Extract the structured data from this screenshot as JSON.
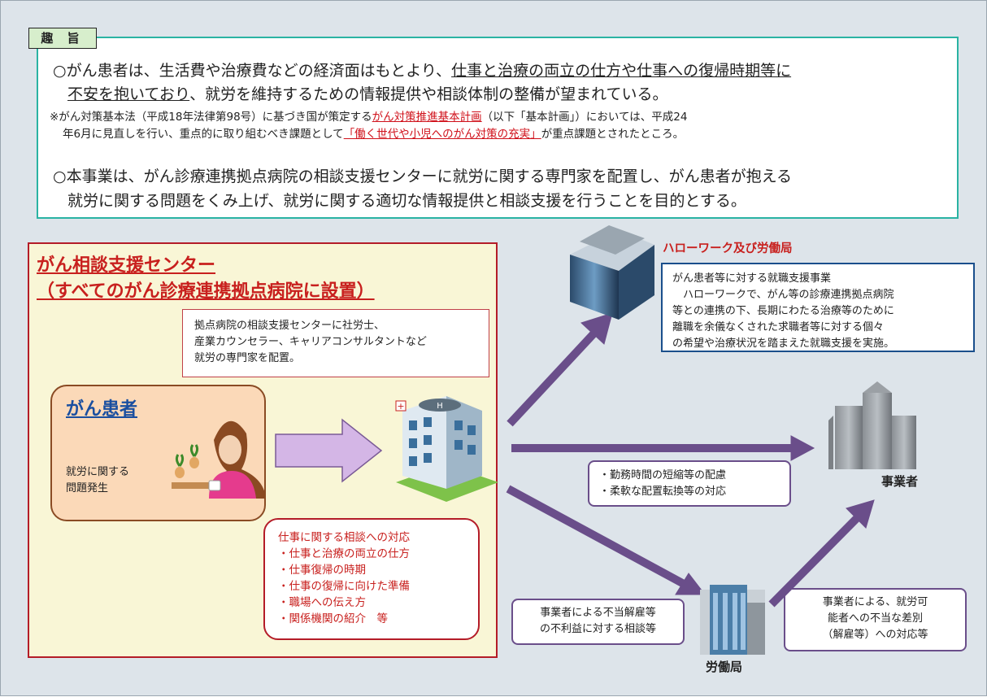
{
  "purpose": {
    "tag": "趣 旨",
    "p1_pre": "○がん患者は、生活費や治療費などの経済面はもとより、",
    "p1_ul": "仕事と治療の両立の仕方や仕事への復帰時期等に",
    "p1_line2_ul": "不安を抱いており",
    "p1_line2_post": "、就労を維持するための情報提供や相談体制の整備が望まれている。",
    "note_pre": "※がん対策基本法（平成18年法律第98号）に基づき国が策定する",
    "note_red": "がん対策推進基本計画",
    "note_post": "（以下「基本計画」）においては、平成24",
    "note_line2_pre": "年6月に見直しを行い、重点的に取り組むべき課題として",
    "note_line2_red": "「働く世代や小児へのがん対策の充実」",
    "note_line2_post": "が重点課題とされたところ。",
    "p2_line1": "○本事業は、がん診療連携拠点病院の相談支援センターに就労に関する専門家を配置し、がん患者が抱える",
    "p2_line2": "就労に関する問題をくみ上げ、就労に関する適切な情報提供と相談支援を行うことを目的とする。"
  },
  "center": {
    "title1": "がん相談支援センター",
    "title2": "（すべてのがん診療連携拠点病院に設置）",
    "experts": [
      "拠点病院の相談支援センターに社労士、",
      "産業カウンセラー、キャリアコンサルタントなど",
      "就労の専門家を配置。"
    ],
    "patient_title": "がん患者",
    "patient_issue": [
      "就労に関する",
      "問題発生"
    ],
    "consult_title": "仕事に関する相談への対応",
    "consult_items": [
      "・仕事と治療の両立の仕方",
      "・仕事復帰の時期",
      "・仕事の復帰に向けた準備",
      "・職場への伝え方",
      "・関係機関の紹介　等"
    ]
  },
  "hellowork": {
    "title": "ハローワーク及び労働局",
    "lines": [
      "がん患者等に対する就職支援事業",
      "　ハローワークで、がん等の診療連携拠点病院",
      "等との連携の下、長期にわたる治療等のために",
      "離職を余儀なくされた求職者等に対する個々",
      "の希望や治療状況を踏まえた就職支援を実施。"
    ]
  },
  "employer": {
    "label": "事業者",
    "actions": [
      "・勤務時間の短縮等の配慮",
      "・柔軟な配置転換等の対応"
    ]
  },
  "labor": {
    "label": "労働局",
    "consult": [
      "事業者による不当解雇等",
      "の不利益に対する相談等"
    ],
    "discrim": [
      "事業者による、就労可",
      "能者への不当な差別",
      "（解雇等）への対応等"
    ]
  },
  "colors": {
    "accent_red": "#c8201e",
    "teal": "#2ab3a3",
    "purple_arrow": "#6a4e8a",
    "navy": "#1a4f8c"
  }
}
